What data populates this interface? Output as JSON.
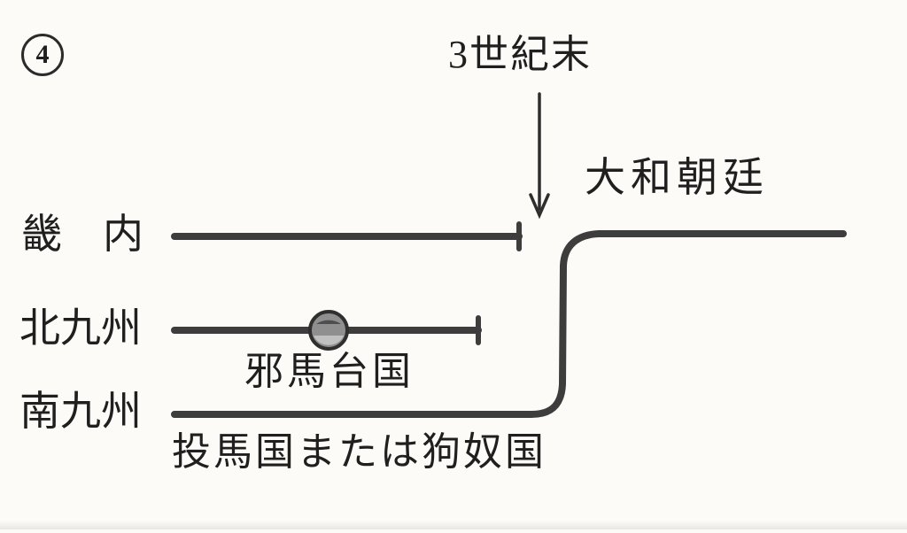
{
  "figure": {
    "number": "4",
    "era_note": "3世紀末",
    "yamato_court": "大和朝廷",
    "yamatai": "邪馬台国",
    "touma": "投馬国または狗奴国"
  },
  "regions": {
    "kinai": "畿　内",
    "kitakyushu": "北九州",
    "minamikyushu": "南九州"
  },
  "colors": {
    "background": "#fcfbf7",
    "line": "#3d3d3d",
    "text": "#1f1f1f"
  }
}
